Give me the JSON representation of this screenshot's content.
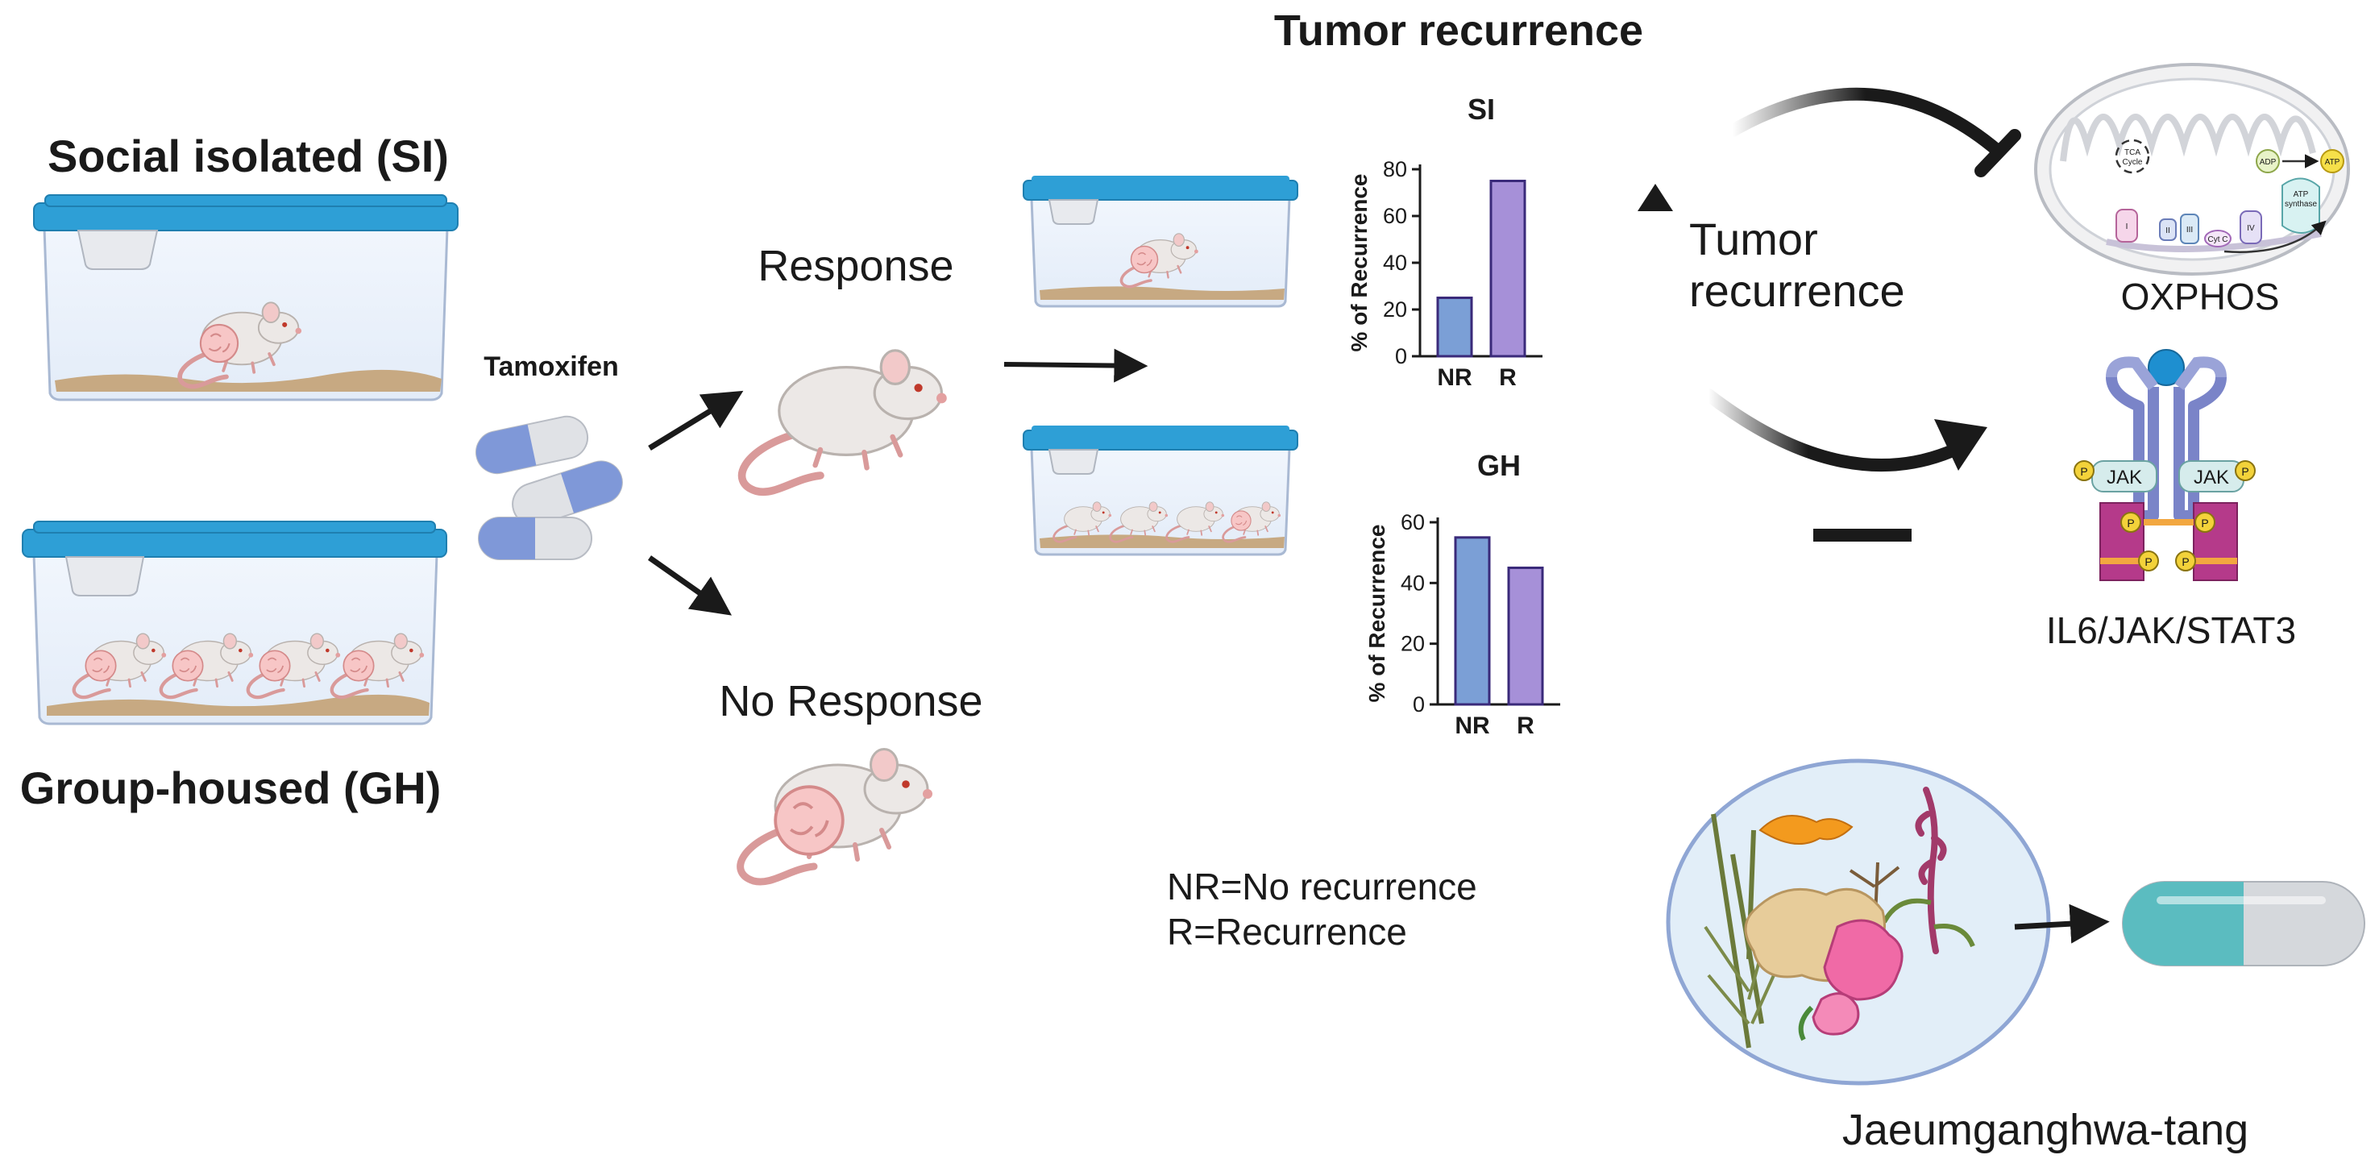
{
  "labels": {
    "si_title": "Social isolated (SI)",
    "gh_title": "Group-housed (GH)",
    "tamoxifen": "Tamoxifen",
    "response": "Response",
    "no_response": "No Response",
    "tumor_recurrence_title": "Tumor recurrence",
    "tumor_recurrence_line1": "Tumor",
    "tumor_recurrence_line2": "recurrence",
    "oxphos": "OXPHOS",
    "il6": "IL6/JAK/STAT3",
    "jaeum": "Jaeumganghwa-tang",
    "legend_nr": "NR=No recurrence",
    "legend_r": "R=Recurrence"
  },
  "mito_labels": {
    "tca": "TCA",
    "cycle": "Cycle",
    "adp": "ADP",
    "atp": "ATP",
    "atp_synthase_1": "ATP",
    "atp_synthase_2": "synthase",
    "complex_i": "I",
    "complex_ii": "II",
    "complex_iii": "III",
    "cyt_c": "Cyt C",
    "complex_iv": "IV"
  },
  "receptor_labels": {
    "jak_left": "JAK",
    "jak_right": "JAK",
    "p": "P"
  },
  "colors": {
    "nr_bar": "#7b9fd6",
    "r_bar": "#a690d8",
    "bar_outline": "#3a2a7a",
    "cage_lid": "#2e9fd6",
    "capsule_blue": "#7f98d8",
    "capsule_teal": "#5bbcc0",
    "stat": "#b53a8a",
    "receptor": "#9aa3d8",
    "ligand": "#1e8fd0",
    "phospho": "#f3d23a"
  },
  "chart_data": [
    {
      "type": "bar",
      "title": "SI",
      "categories": [
        "NR",
        "R"
      ],
      "values": [
        25,
        75
      ],
      "ylabel": "% of Recurrence",
      "xlabel": "",
      "ylim": [
        0,
        80
      ],
      "yticks": [
        0,
        20,
        40,
        60,
        80
      ]
    },
    {
      "type": "bar",
      "title": "GH",
      "categories": [
        "NR",
        "R"
      ],
      "values": [
        55,
        45
      ],
      "ylabel": "% of Recurrence",
      "xlabel": "",
      "ylim": [
        0,
        60
      ],
      "yticks": [
        0,
        20,
        40,
        60
      ]
    }
  ]
}
